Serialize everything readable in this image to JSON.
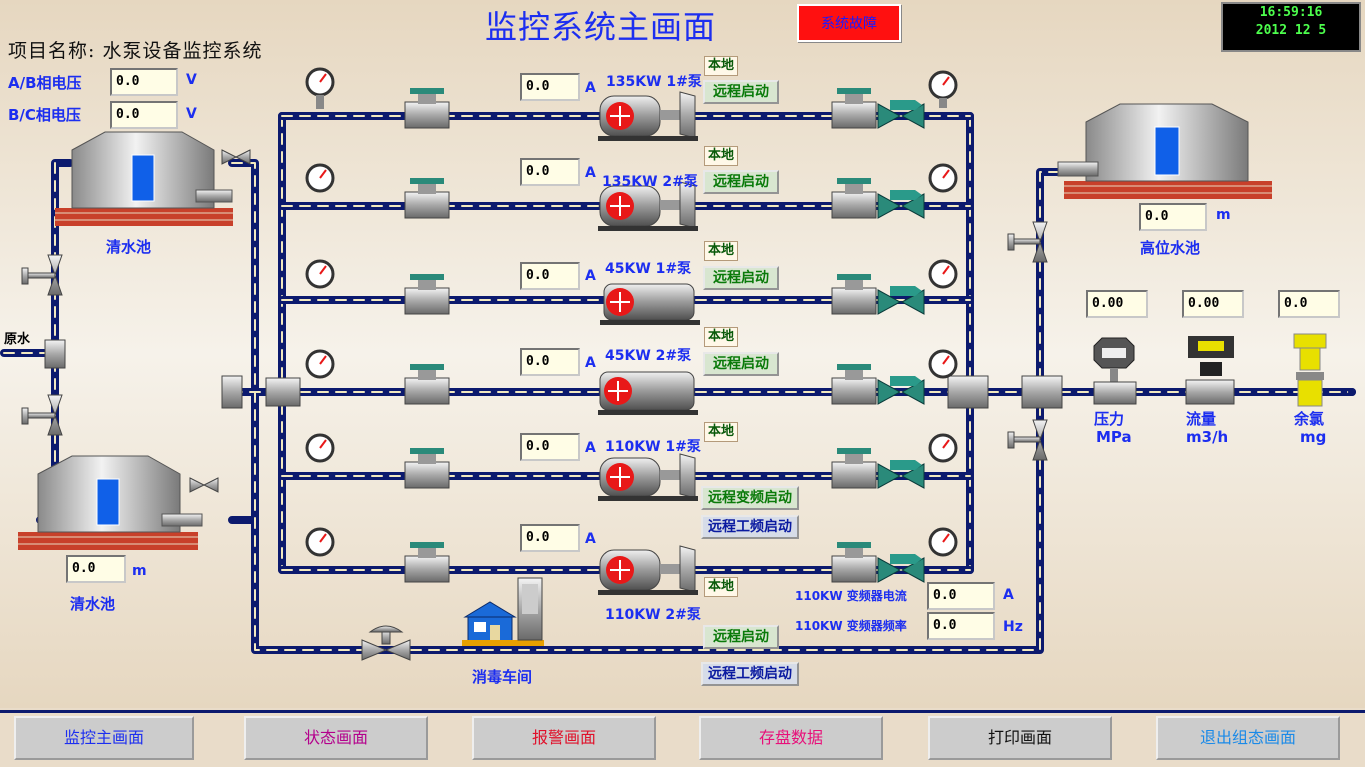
{
  "header": {
    "title": "监控系统主画面",
    "fault_label": "系统故障",
    "clock_time": "16:59:16",
    "clock_date": "2012  12  5",
    "project": "项目名称: 水泵设备监控系统"
  },
  "voltage": {
    "ab_label": "A/B相电压",
    "ab_value": "0.0",
    "bc_label": "B/C相电压",
    "bc_value": "0.0",
    "unit": "V"
  },
  "tanks": {
    "clear1_label": "清水池",
    "clear2_label": "清水池",
    "clear2_level": "0.0",
    "high_label": "高位水池",
    "high_level": "0.0",
    "level_unit": "m"
  },
  "raw_water_label": "原水",
  "disinfection_label": "消毒车间",
  "pumps": [
    {
      "current": "0.0",
      "name": "135KW  1#泵",
      "local": "本地",
      "btn1": "远程启动"
    },
    {
      "current": "0.0",
      "name": "135KW  2#泵",
      "local": "本地",
      "btn1": "远程启动"
    },
    {
      "current": "0.0",
      "name": "45KW  1#泵",
      "local": "本地",
      "btn1": "远程启动"
    },
    {
      "current": "0.0",
      "name": "45KW  2#泵",
      "local": "本地",
      "btn1": "远程启动"
    },
    {
      "current": "0.0",
      "name": "110KW  1#泵",
      "local": "本地",
      "btn1": "远程变频启动",
      "btn2": "远程工频启动"
    },
    {
      "current": "0.0",
      "name": "110KW  2#泵",
      "local": "本地",
      "btn1": "远程启动",
      "btn2": "远程工频启动"
    }
  ],
  "current_unit": "A",
  "vfd": {
    "current_label": "110KW 变频器电流",
    "current_value": "0.0",
    "current_unit": "A",
    "freq_label": "110KW 变频器频率",
    "freq_value": "0.0",
    "freq_unit": "Hz"
  },
  "instruments": {
    "pressure_value": "0.00",
    "pressure_label": "压力",
    "pressure_unit": "MPa",
    "flow_value": "0.00",
    "flow_label": "流量",
    "flow_unit": "m3/h",
    "chlorine_value": "0.0",
    "chlorine_label": "余氯",
    "chlorine_unit": "mg"
  },
  "nav": [
    {
      "label": "监控主画面",
      "color": "#1c2ef0"
    },
    {
      "label": "状态画面",
      "color": "#b4008c"
    },
    {
      "label": "报警画面",
      "color": "#e0102a"
    },
    {
      "label": "存盘数据",
      "color": "#e8107a"
    },
    {
      "label": "打印画面",
      "color": "#111111"
    },
    {
      "label": "退出组态画面",
      "color": "#1a8ae8"
    }
  ],
  "colors": {
    "pipe": "#0c1a6e",
    "pipe_flow": "#f2e9c0",
    "motor_red": "#e81818",
    "valve_green": "#2a8a7a",
    "brick": "#c8402a"
  }
}
